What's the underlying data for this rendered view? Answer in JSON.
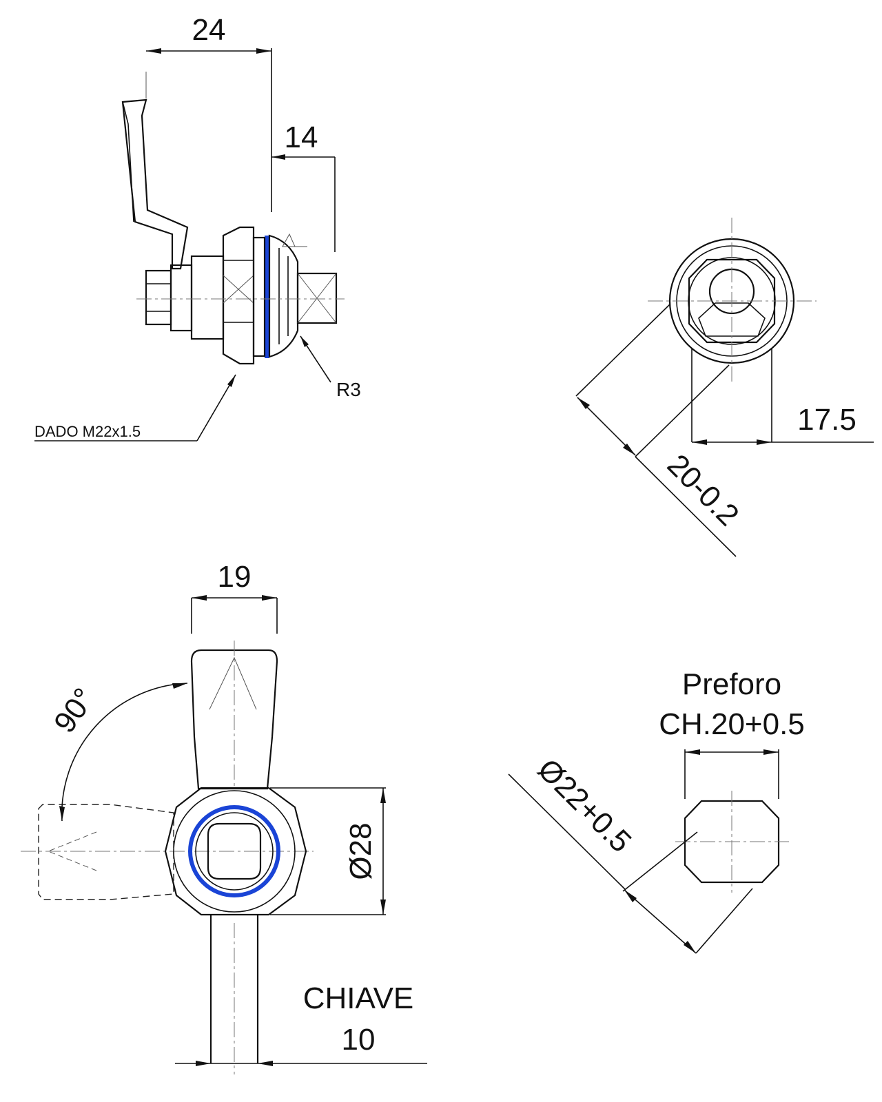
{
  "colors": {
    "seal": "#1a44d6",
    "line": "#111111",
    "centerline": "#777777"
  },
  "dimensions": {
    "width_24": "24",
    "width_14": "14",
    "radius": "R3",
    "nut_label": "DADO M22x1.5",
    "width_17_5": "17.5",
    "tolerance_20": "20-0.2",
    "width_19": "19",
    "angle_90": "90°",
    "diameter_28": "Ø28",
    "diameter_22": "Ø22+0.5",
    "preforo_title": "Preforo",
    "preforo_ch": "CH.20+0.5",
    "chiave_label": "CHIAVE",
    "chiave_value": "10"
  }
}
